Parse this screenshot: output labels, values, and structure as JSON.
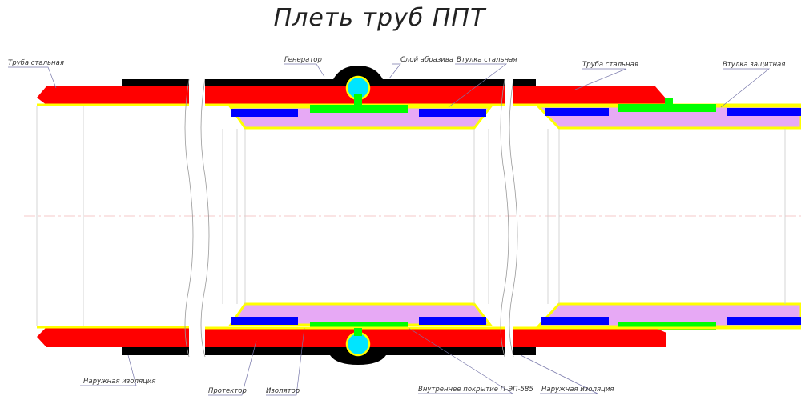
{
  "title": "Плеть труб ППТ",
  "labels": {
    "pipe_left": "Труба стальная",
    "generator": "Генератор",
    "abrasive_layer": "Слой абразива",
    "sleeve_steel": "Втулка стальная",
    "pipe_right": "Труба стальная",
    "sleeve_protective": "Втулка защитная",
    "outer_insulation_left": "Наружная изоляция",
    "protector": "Протектор",
    "insulator": "Изолятор",
    "inner_coating": "Внутреннее покрытие П-ЭП-585",
    "outer_insulation_right": "Наружная изоляция"
  },
  "colors": {
    "steel": "#ff0000",
    "insulation": "#000000",
    "coating_edge": "#ffff00",
    "sleeve_fill": "#e7a9f5",
    "blue_ring": "#0000ff",
    "green_ring": "#00ff00",
    "bead": "#00e5ff"
  }
}
